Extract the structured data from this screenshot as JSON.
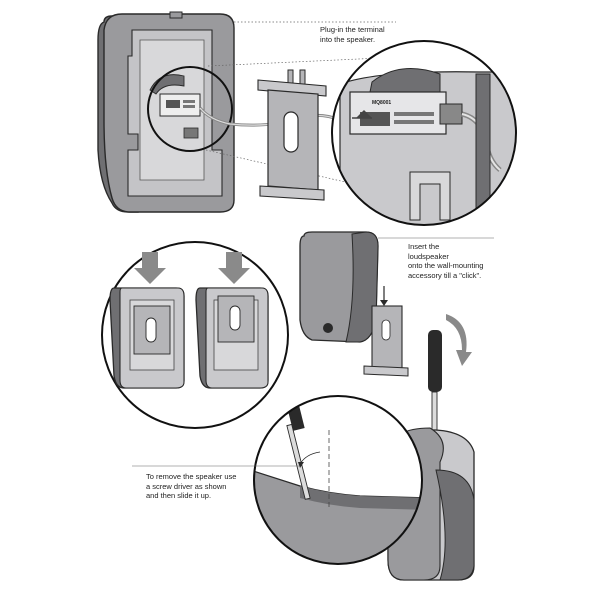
{
  "captions": {
    "plug_in": "Plug-in the terminal\ninto the speaker.",
    "insert": "Insert the\nloudspeaker\nonto the wall-mounting\naccessory till a \"click\".",
    "remove": "To remove the speaker use\na  screw  driver  as  shown\nand then slide it up."
  },
  "module_label": "MQ8001",
  "colors": {
    "body_dark": "#6f6f72",
    "body_mid": "#9a9a9d",
    "body_light": "#c9c9cc",
    "panel": "#d8d8da",
    "outline": "#2a2a2a",
    "arrow": "#8a8a8a",
    "bracket": "#b5b5b8"
  }
}
